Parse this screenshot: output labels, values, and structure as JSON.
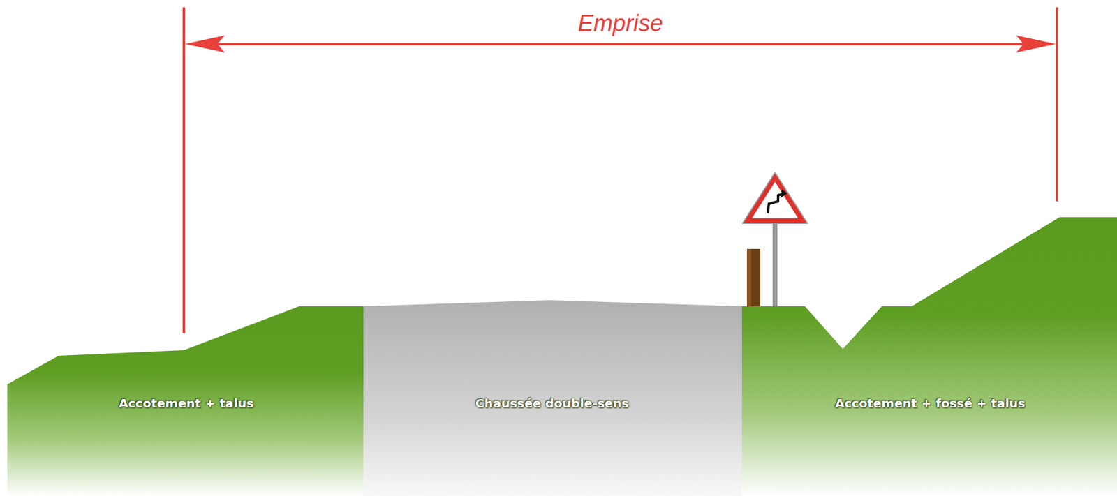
{
  "diagram": {
    "nodes": [
      {
        "text": [
          "Accotement + talus"
        ]
      },
      {
        "text": [
          "Chaussée double-sens"
        ]
      },
      {
        "text": [
          "Accotement + fossé + talus"
        ]
      }
    ],
    "labels": [
      "Emprise"
    ]
  }
}
